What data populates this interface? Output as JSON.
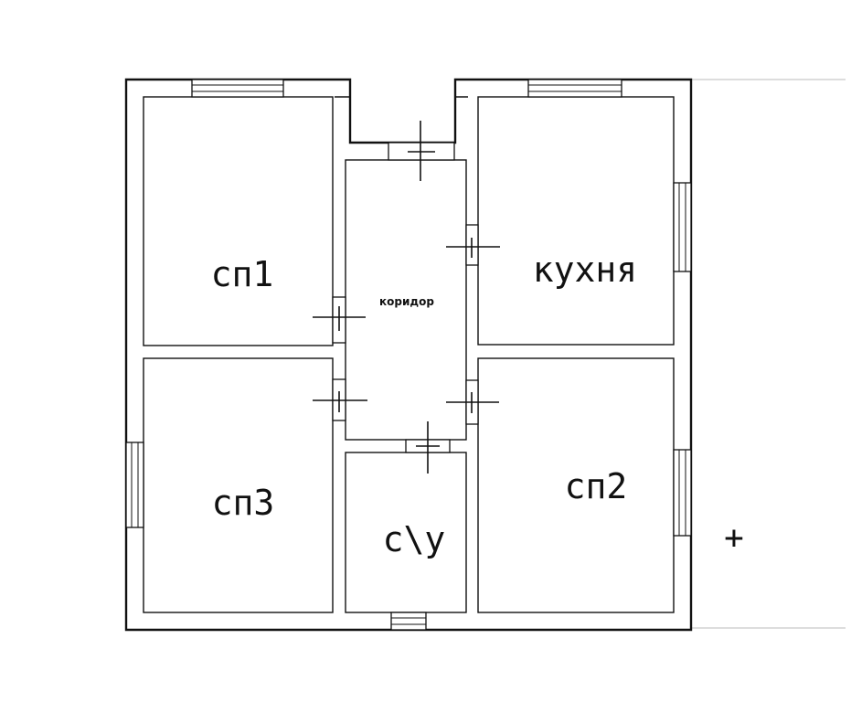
{
  "plan": {
    "rooms": {
      "bedroom1": "сп1",
      "bedroom2": "сп2",
      "bedroom3": "сп3",
      "kitchen": "кухня",
      "corridor": "коридор",
      "bathroom": "с\\у"
    },
    "annotation": "+"
  },
  "colors": {
    "ink": "#111111",
    "background": "#ffffff"
  }
}
